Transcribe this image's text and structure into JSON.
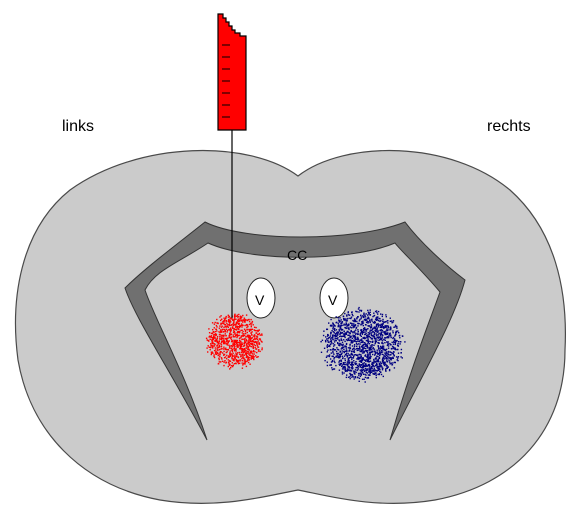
{
  "labels": {
    "left": "links",
    "right": "rechts",
    "corpus_callosum": "CC",
    "ventricle_left": "V",
    "ventricle_right": "V"
  },
  "colors": {
    "brain": "#cbcbcb",
    "corpus_callosum": "#707070",
    "syringe": "#ff0000",
    "injection_left": "#ff0000",
    "injection_right": "#000080"
  }
}
